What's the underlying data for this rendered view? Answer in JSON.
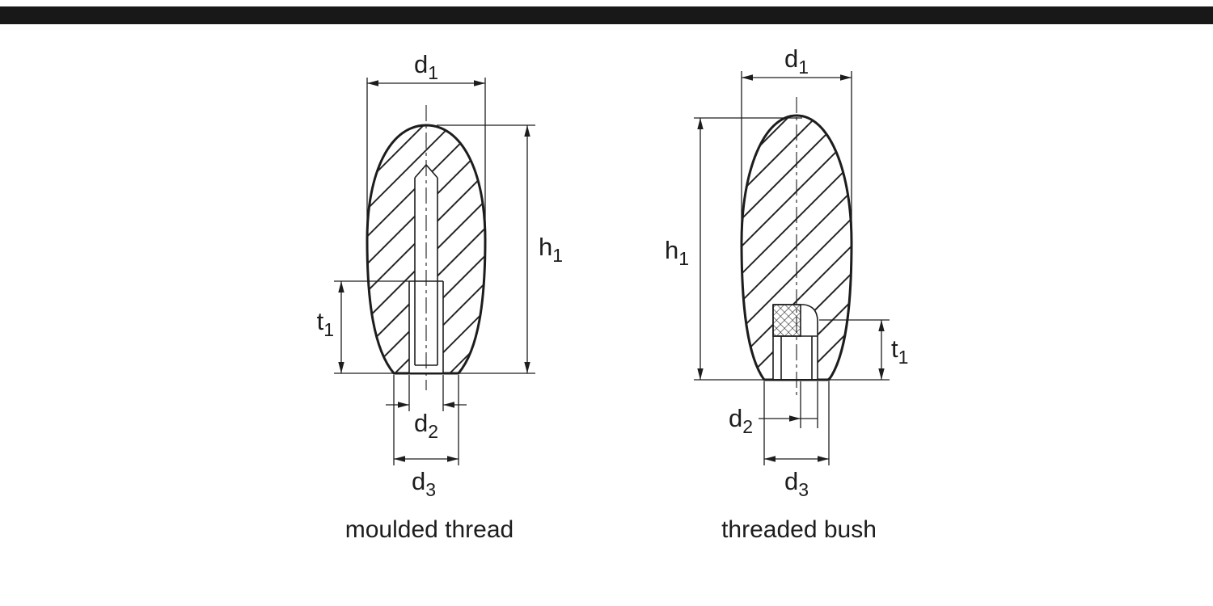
{
  "page": {
    "background": "#ffffff",
    "top_bar_color": "#181818",
    "line_color": "#1d1d1d"
  },
  "figures": [
    {
      "id": "moulded-thread",
      "caption": "moulded thread",
      "dims": {
        "d1": {
          "base": "d",
          "sub": "1"
        },
        "h1": {
          "base": "h",
          "sub": "1"
        },
        "t1": {
          "base": "t",
          "sub": "1"
        },
        "d2": {
          "base": "d",
          "sub": "2"
        },
        "d3": {
          "base": "d",
          "sub": "3"
        }
      }
    },
    {
      "id": "threaded-bush",
      "caption": "threaded bush",
      "dims": {
        "d1": {
          "base": "d",
          "sub": "1"
        },
        "h1": {
          "base": "h",
          "sub": "1"
        },
        "t1": {
          "base": "t",
          "sub": "1"
        },
        "d2": {
          "base": "d",
          "sub": "2"
        },
        "d3": {
          "base": "d",
          "sub": "3"
        }
      }
    }
  ]
}
